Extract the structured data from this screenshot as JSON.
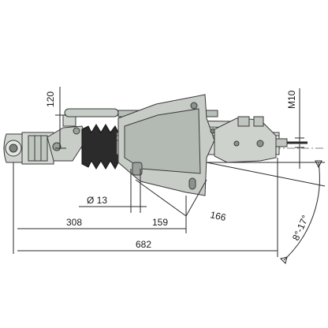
{
  "diagram": {
    "dimensions": {
      "height": "120",
      "bolt": "M10",
      "diameter": "Ø 13",
      "length_a": "308",
      "length_b": "159",
      "length_c": "166",
      "overall": "682",
      "angle": "8°-17°"
    },
    "colors": {
      "metal_light": "#d9ddd8",
      "metal_mid": "#b9bfb9",
      "metal_dark": "#8c938d",
      "bellows": "#2b2b2b",
      "line": "#2a2a2a"
    }
  }
}
